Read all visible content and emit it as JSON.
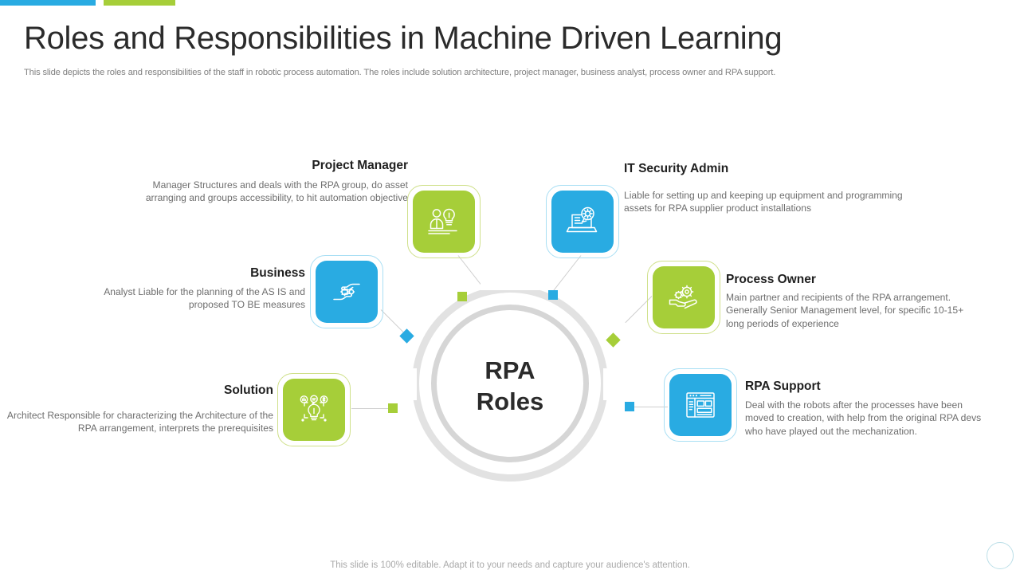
{
  "header": {
    "title": "Roles and Responsibilities in Machine Driven Learning",
    "subtitle": "This slide depicts the roles and responsibilities of the staff in robotic process automation. The roles include solution architecture, project manager, business analyst, process owner and RPA support."
  },
  "center": {
    "line1": "RPA",
    "line2": "Roles"
  },
  "footer": {
    "note": "This slide is 100% editable. Adapt it to your needs and capture your audience's attention."
  },
  "colors": {
    "blue": "#29ABE2",
    "green": "#A6CE39",
    "ring": "#e2e2e2",
    "text_dark": "#1f1f1f",
    "text_muted": "#6e6e6e"
  },
  "nodes": [
    {
      "id": "project-manager",
      "title": "Project  Manager",
      "body": "Manager Structures and deals with the RPA group, do asset arranging and groups accessibility, to hit automation objective",
      "color": "green",
      "icon": "person-lightbulb-icon"
    },
    {
      "id": "it-security-admin",
      "title": "IT Security Admin",
      "body": "Liable for setting up and keeping up equipment and programming assets for RPA supplier product installations",
      "color": "blue",
      "icon": "laptop-gear-icon"
    },
    {
      "id": "business-analyst",
      "title": "Business",
      "body": "Analyst Liable for the planning of the AS IS and proposed TO BE measures",
      "color": "blue",
      "icon": "hands-gears-icon"
    },
    {
      "id": "process-owner",
      "title": "Process Owner",
      "body": "Main partner and recipients of the RPA arrangement. Generally Senior Management level, for specific 10-15+ long periods of experience",
      "color": "green",
      "icon": "hand-gears-icon"
    },
    {
      "id": "solution-architect",
      "title": "Solution",
      "body": "Architect Responsible for characterizing the Architecture of the RPA arrangement, interprets the prerequisites",
      "color": "green",
      "icon": "lightbulb-gear-idea-icon"
    },
    {
      "id": "rpa-support",
      "title": "RPA Support",
      "body": "Deal with the robots after the processes have been moved to creation, with help from the original RPA devs who have played out the mechanization.",
      "color": "blue",
      "icon": "dashboard-window-icon"
    }
  ]
}
